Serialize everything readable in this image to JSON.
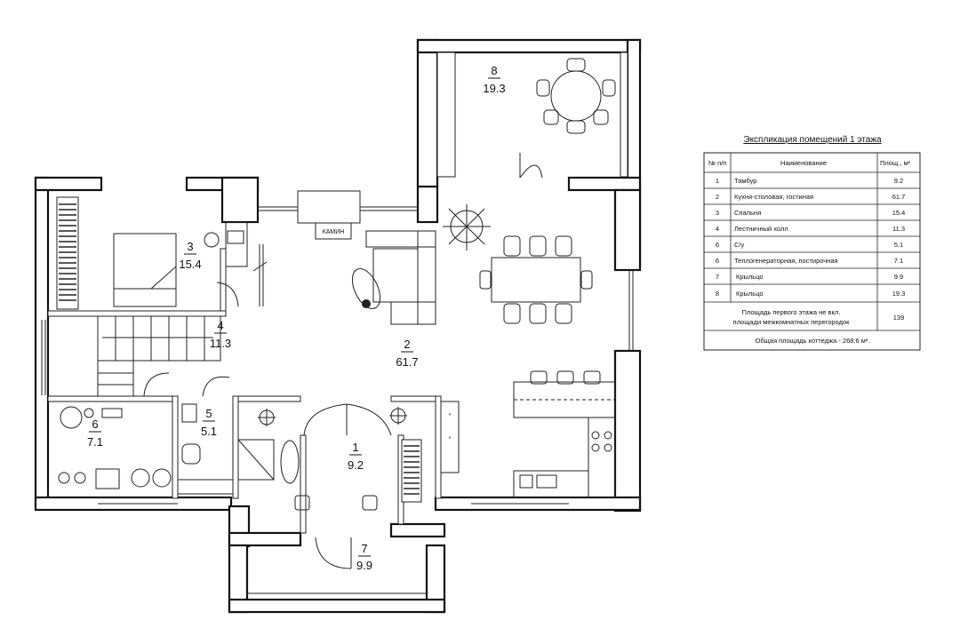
{
  "rooms": [
    {
      "num": "1",
      "area": "9.2"
    },
    {
      "num": "2",
      "area": "61.7"
    },
    {
      "num": "3",
      "area": "15.4"
    },
    {
      "num": "4",
      "area": "11.3"
    },
    {
      "num": "5",
      "area": "5.1"
    },
    {
      "num": "6",
      "area": "7.1"
    },
    {
      "num": "7",
      "area": "9.9"
    },
    {
      "num": "8",
      "area": "19.3"
    }
  ],
  "fireplace_label": "КАМИН",
  "table": {
    "title": "Экспликация помещений 1 этажа",
    "headers": {
      "num": "№ п/п",
      "name": "Наименование",
      "area": "Площ., м²"
    },
    "rows": [
      {
        "num": "1",
        "name": "Тамбур",
        "area": "9.2"
      },
      {
        "num": "2",
        "name": "Кухня-столовая, гостиная",
        "area": "61.7"
      },
      {
        "num": "3",
        "name": "Спальня",
        "area": "15.4"
      },
      {
        "num": "4",
        "name": "Лестничный холл",
        "area": "11.3"
      },
      {
        "num": "6",
        "name": "С/у",
        "area": "5.1"
      },
      {
        "num": "6",
        "name": "Теплогенераторная, постирочная",
        "area": "7.1"
      },
      {
        "num": "7",
        "name": "Крыльцо",
        "area": "9.9"
      },
      {
        "num": "8",
        "name": "Крыльцо",
        "area": "19.3"
      }
    ],
    "summary_line1": "Площадь первого этажа  не вкл.",
    "summary_line2": "площади межкомнатных перегородок",
    "summary_value": "139",
    "total": "Общая площадь коттеджа - 268.6 м²."
  }
}
